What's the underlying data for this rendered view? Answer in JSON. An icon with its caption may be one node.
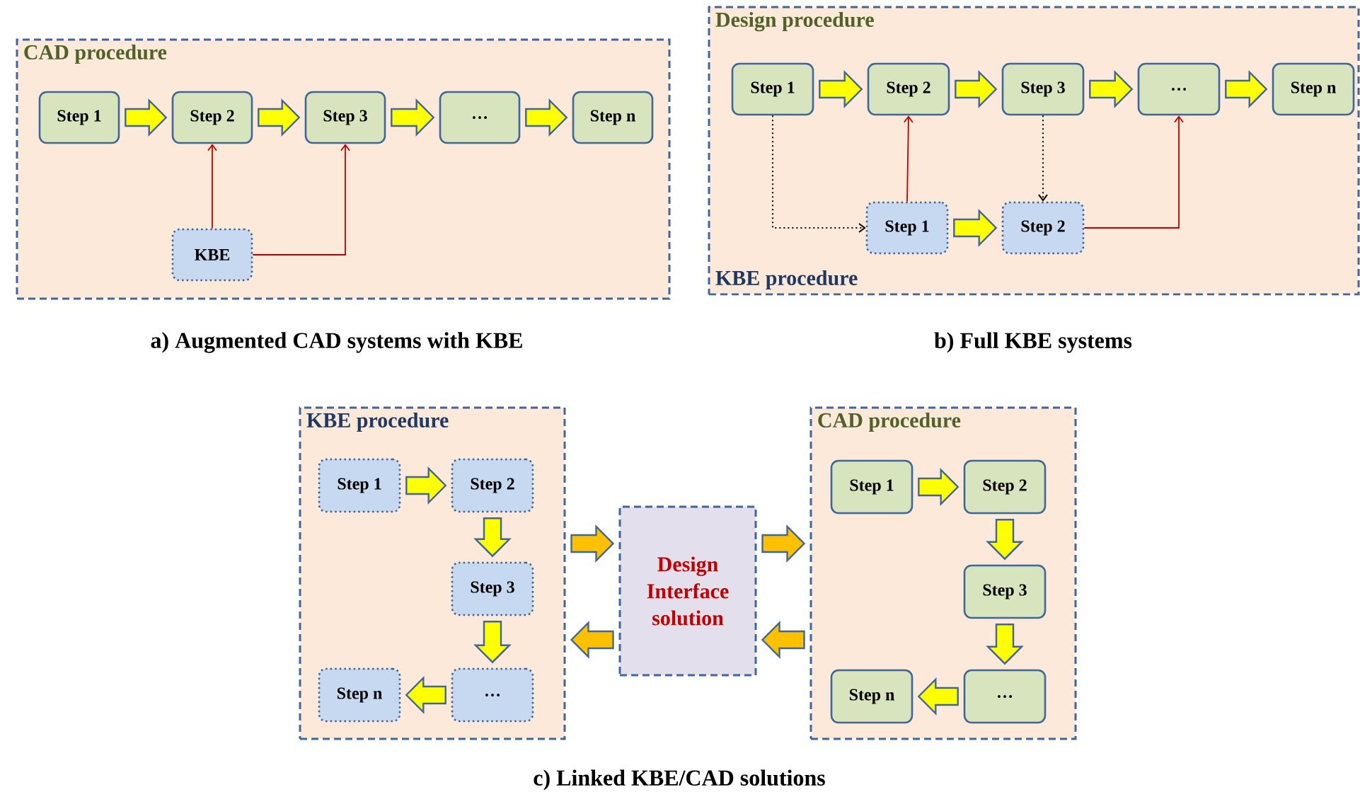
{
  "diagram": {
    "nodes": [
      {
        "text": [
          "CAD procedure"
        ]
      },
      {
        "text": [
          "Step 1"
        ],
        "in": 0
      },
      {
        "text": [
          "Step 2"
        ],
        "in": 0
      },
      {
        "text": [
          "Step 3"
        ],
        "in": 0
      },
      {
        "text": [
          "…"
        ],
        "in": 0
      },
      {
        "text": [
          "Step n"
        ],
        "in": 0
      },
      {
        "text": [
          "KBE"
        ],
        "in": 0
      },
      {
        "text": [
          "Design procedure",
          "KBE procedure"
        ]
      },
      {
        "text": [
          "Step 1"
        ],
        "in": 7
      },
      {
        "text": [
          "Step 2"
        ],
        "in": 7
      },
      {
        "text": [
          "Step 3"
        ],
        "in": 7
      },
      {
        "text": [
          "…"
        ],
        "in": 7
      },
      {
        "text": [
          "Step n"
        ],
        "in": 7
      },
      {
        "text": [
          "Step 1"
        ],
        "in": 7
      },
      {
        "text": [
          "Step 2"
        ],
        "in": 7
      },
      {
        "text": [
          "KBE procedure"
        ]
      },
      {
        "text": [
          "Step 1"
        ],
        "in": 15
      },
      {
        "text": [
          "Step 2"
        ],
        "in": 15
      },
      {
        "text": [
          "Step 3"
        ],
        "in": 15
      },
      {
        "text": [
          "…"
        ],
        "in": 15
      },
      {
        "text": [
          "Step n"
        ],
        "in": 15
      },
      {
        "text": [
          "Design Interface solution"
        ]
      },
      {
        "text": [
          "CAD procedure"
        ]
      },
      {
        "text": [
          "Step 1"
        ],
        "in": 22
      },
      {
        "text": [
          "Step 2"
        ],
        "in": 22
      },
      {
        "text": [
          "Step 3"
        ],
        "in": 22
      },
      {
        "text": [
          "…"
        ],
        "in": 22
      },
      {
        "text": [
          "Step n"
        ],
        "in": 22
      }
    ],
    "edges": [
      {
        "from": 1,
        "to": 2,
        "arrow": "to",
        "style": "thick"
      },
      {
        "from": 2,
        "to": 3,
        "arrow": "to",
        "style": "thick"
      },
      {
        "from": 3,
        "to": 4,
        "arrow": "to",
        "style": "thick"
      },
      {
        "from": 4,
        "to": 5,
        "arrow": "to",
        "style": "thick"
      },
      {
        "from": 6,
        "to": 2,
        "arrow": "to",
        "color": "#c00000"
      },
      {
        "from": 6,
        "to": 3,
        "arrow": "to",
        "color": "#c00000"
      },
      {
        "from": 8,
        "to": 9,
        "arrow": "to",
        "style": "thick"
      },
      {
        "from": 9,
        "to": 10,
        "arrow": "to",
        "style": "thick"
      },
      {
        "from": 10,
        "to": 11,
        "arrow": "to",
        "style": "thick"
      },
      {
        "from": 11,
        "to": 12,
        "arrow": "to",
        "style": "thick"
      },
      {
        "from": 8,
        "to": 13,
        "arrow": "to",
        "style": "dashed",
        "color": "#000000"
      },
      {
        "from": 13,
        "to": 9,
        "arrow": "to",
        "color": "#c00000"
      },
      {
        "from": 10,
        "to": 14,
        "arrow": "to",
        "style": "dashed",
        "color": "#000000"
      },
      {
        "from": 14,
        "to": 11,
        "arrow": "to",
        "color": "#c00000"
      },
      {
        "from": 13,
        "to": 14,
        "arrow": "to",
        "style": "thick"
      },
      {
        "from": 16,
        "to": 17,
        "arrow": "to",
        "style": "thick"
      },
      {
        "from": 17,
        "to": 18,
        "arrow": "to",
        "style": "thick"
      },
      {
        "from": 18,
        "to": 19,
        "arrow": "to",
        "style": "thick"
      },
      {
        "from": 19,
        "to": 20,
        "arrow": "to",
        "style": "thick"
      },
      {
        "from": 15,
        "to": 21,
        "arrow": "to",
        "style": "thick",
        "color": "#ffc000"
      },
      {
        "from": 21,
        "to": 15,
        "arrow": "to",
        "style": "thick",
        "color": "#ffc000"
      },
      {
        "from": 21,
        "to": 22,
        "arrow": "to",
        "style": "thick",
        "color": "#ffc000"
      },
      {
        "from": 22,
        "to": 21,
        "arrow": "to",
        "style": "thick",
        "color": "#ffc000"
      },
      {
        "from": 23,
        "to": 24,
        "arrow": "to",
        "style": "thick"
      },
      {
        "from": 24,
        "to": 25,
        "arrow": "to",
        "style": "thick"
      },
      {
        "from": 25,
        "to": 26,
        "arrow": "to",
        "style": "thick"
      },
      {
        "from": 26,
        "to": 27,
        "arrow": "to",
        "style": "thick"
      }
    ],
    "labels": [
      "a) Augmented CAD systems with KBE",
      "b) Full KBE systems",
      "c) Linked KBE/CAD solutions"
    ]
  }
}
